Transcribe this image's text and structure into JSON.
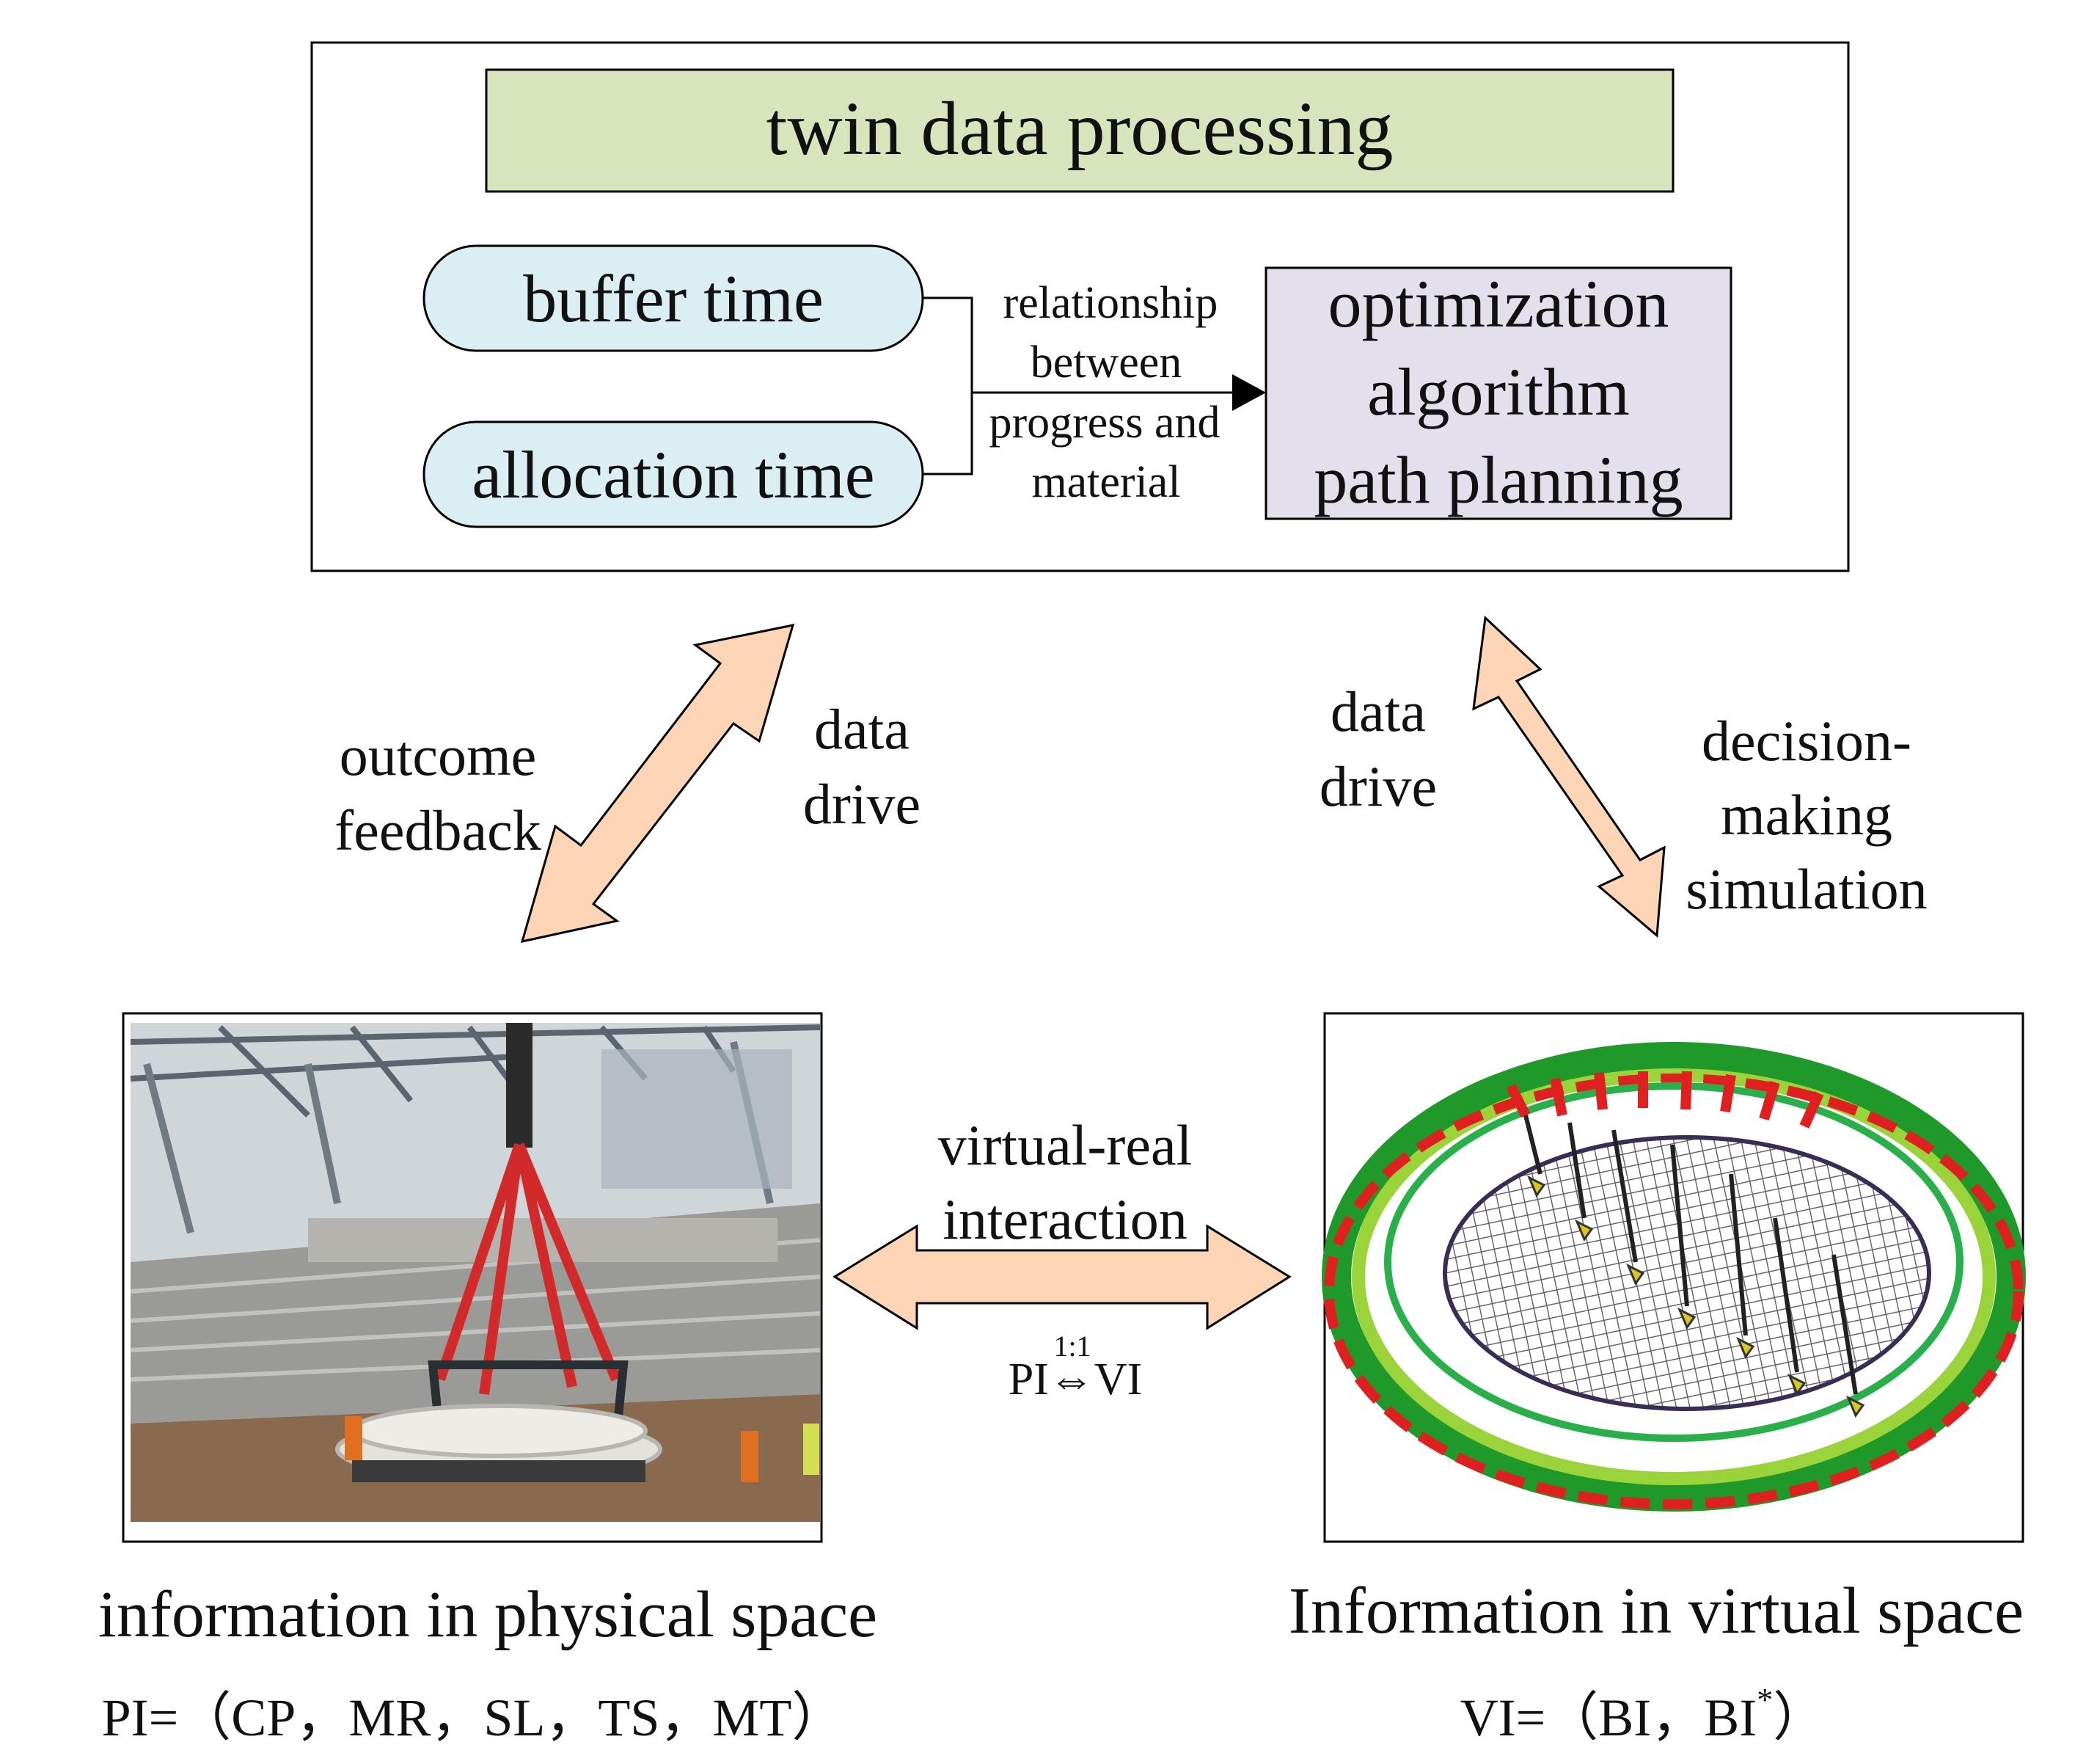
{
  "processing": {
    "title": "twin data processing",
    "buffer": "buffer time",
    "allocation": "allocation time",
    "relationship_lines": [
      "relationship",
      "between",
      "progress and",
      "material"
    ],
    "optimization_lines": [
      "optimization",
      "algorithm",
      "path planning"
    ]
  },
  "left_link": {
    "outcome_lines": [
      "outcome",
      "feedback"
    ],
    "drive_lines": [
      "data",
      "drive"
    ]
  },
  "right_link": {
    "drive_lines": [
      "data",
      "drive"
    ],
    "decision_lines": [
      "decision-",
      "making",
      "simulation"
    ]
  },
  "interaction": {
    "label_lines": [
      "virtual-real",
      "interaction"
    ],
    "ratio": "1:1",
    "mapping": "PI⇔VI"
  },
  "physical": {
    "caption": "information in physical space",
    "formula": "PI=（CP，MR，SL，TS，MT）"
  },
  "virtual": {
    "caption": "Information in virtual space",
    "formula_main": "VI=（BI，BI",
    "formula_sup": "*",
    "formula_end": "）"
  },
  "colors": {
    "title_fill": "#d8e4bc",
    "pill_fill": "#daeef3",
    "opt_fill": "#e4dfec",
    "arrow_fill": "#fbd5b5"
  }
}
